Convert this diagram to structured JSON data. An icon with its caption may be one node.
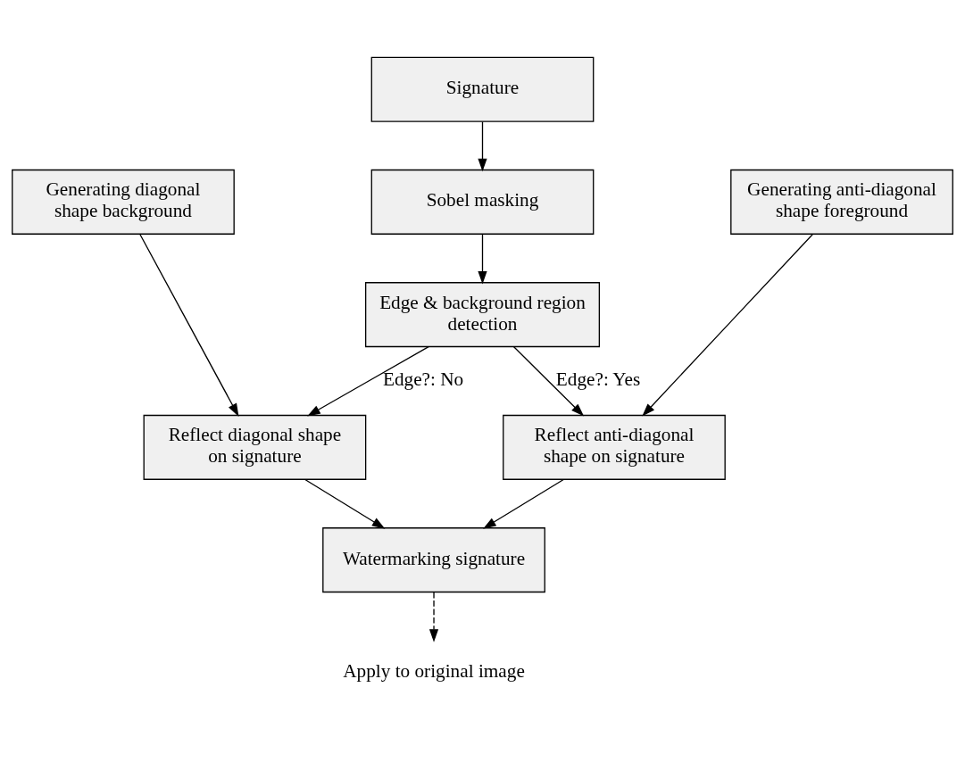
{
  "diagram": {
    "nodes": [
      {
        "text": [
          "Signature"
        ]
      },
      {
        "text": [
          "Generating diagonal shape background"
        ]
      },
      {
        "text": [
          "Sobel masking"
        ]
      },
      {
        "text": [
          "Generating anti-diagonal shape foreground"
        ]
      },
      {
        "text": [
          "Edge & background region detection"
        ]
      },
      {
        "text": [
          "Reflect diagonal shape on signature"
        ]
      },
      {
        "text": [
          "Reflect anti-diagonal shape on signature"
        ]
      },
      {
        "text": [
          "Watermarking signature"
        ]
      },
      {
        "text": [
          "Apply to original image"
        ]
      }
    ],
    "edges": [
      {
        "from": 0,
        "to": 2,
        "arrow": "to"
      },
      {
        "from": 2,
        "to": 4,
        "arrow": "to"
      },
      {
        "from": 1,
        "to": 5,
        "arrow": "to"
      },
      {
        "from": 4,
        "to": 5,
        "arrow": "to",
        "label": "Edge?: No"
      },
      {
        "from": 3,
        "to": 6,
        "arrow": "to"
      },
      {
        "from": 4,
        "to": 6,
        "arrow": "to",
        "label": "Edge?: Yes"
      },
      {
        "from": 5,
        "to": 7,
        "arrow": "to"
      },
      {
        "from": 6,
        "to": 7,
        "arrow": "to"
      },
      {
        "from": 7,
        "to": 8,
        "arrow": "to",
        "style": "dashed"
      }
    ]
  }
}
